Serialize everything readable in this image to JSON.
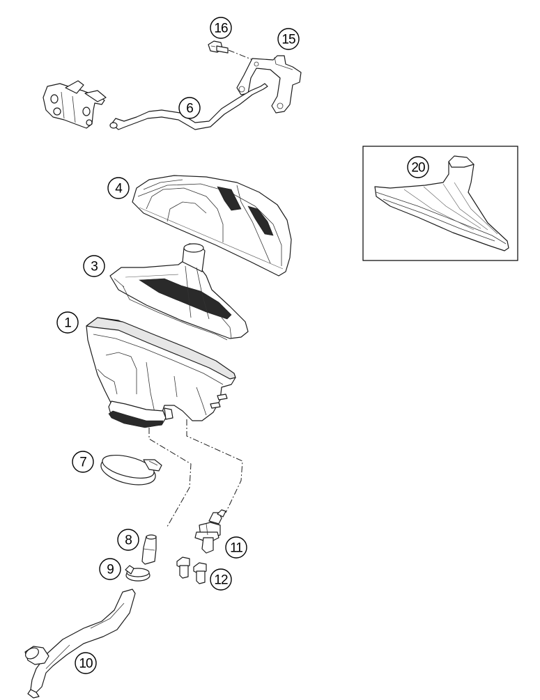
{
  "diagram": {
    "callouts": [
      {
        "id": "c16",
        "label": "16"
      },
      {
        "id": "c15",
        "label": "15"
      },
      {
        "id": "c6",
        "label": "6"
      },
      {
        "id": "c20",
        "label": "20"
      },
      {
        "id": "c4",
        "label": "4"
      },
      {
        "id": "c3",
        "label": "3"
      },
      {
        "id": "c1",
        "label": "1"
      },
      {
        "id": "c7",
        "label": "7"
      },
      {
        "id": "c8",
        "label": "8"
      },
      {
        "id": "c11",
        "label": "11"
      },
      {
        "id": "c9",
        "label": "9"
      },
      {
        "id": "c12",
        "label": "12"
      },
      {
        "id": "c10",
        "label": "10"
      }
    ]
  }
}
